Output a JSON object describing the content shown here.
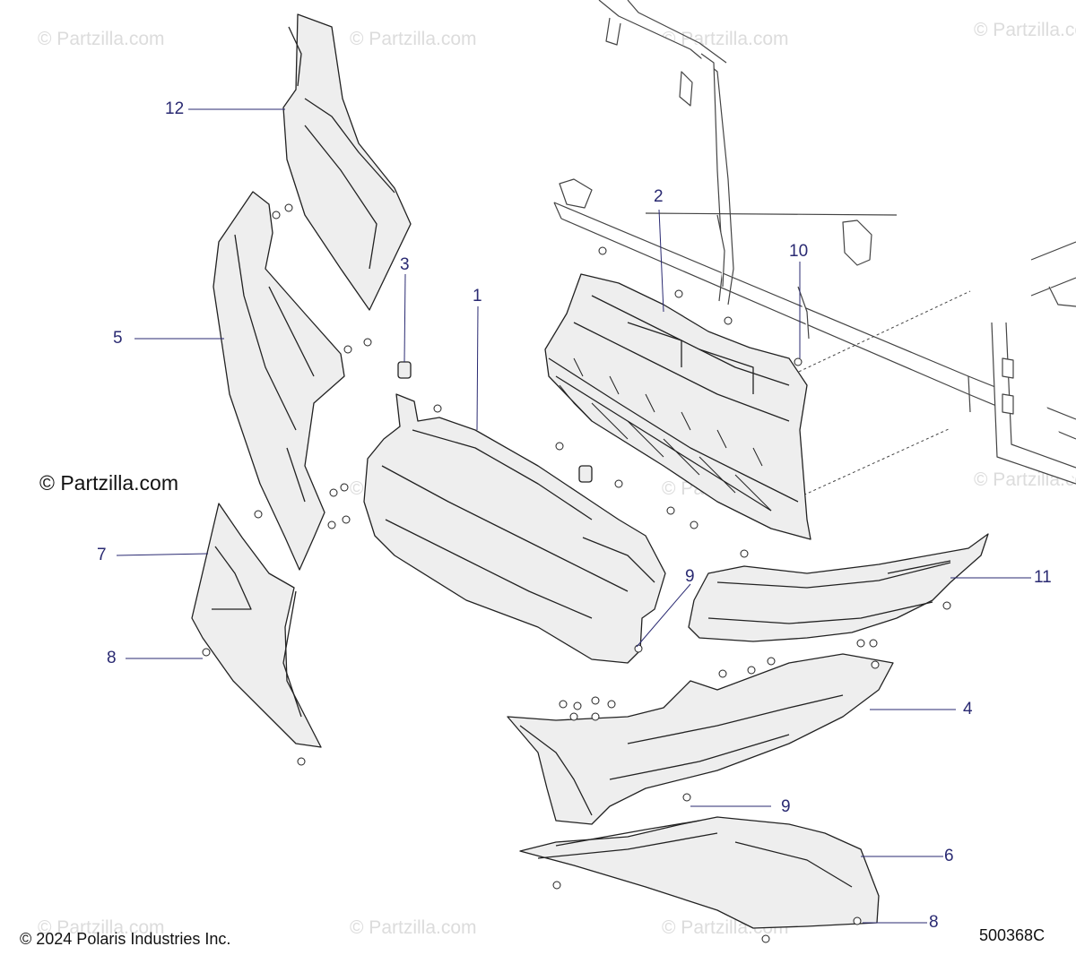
{
  "watermark": {
    "text": "© Partzilla.com"
  },
  "brand_watermark": {
    "text": "© Partzilla.com"
  },
  "footer": {
    "copyright": "© 2024 Polaris Industries Inc.",
    "drawing_id": "500368C"
  },
  "callouts": {
    "c1": "1",
    "c2": "2",
    "c3": "3",
    "c4": "4",
    "c5": "5",
    "c6": "6",
    "c7": "7",
    "c8a": "8",
    "c8b": "8",
    "c9a": "9",
    "c9b": "9",
    "c10": "10",
    "c11": "11",
    "c12": "12"
  },
  "colors": {
    "ink": "#222222",
    "fill": "#eeeeee",
    "callout": "#2a2a72",
    "watermark": "#dcdcdc"
  }
}
